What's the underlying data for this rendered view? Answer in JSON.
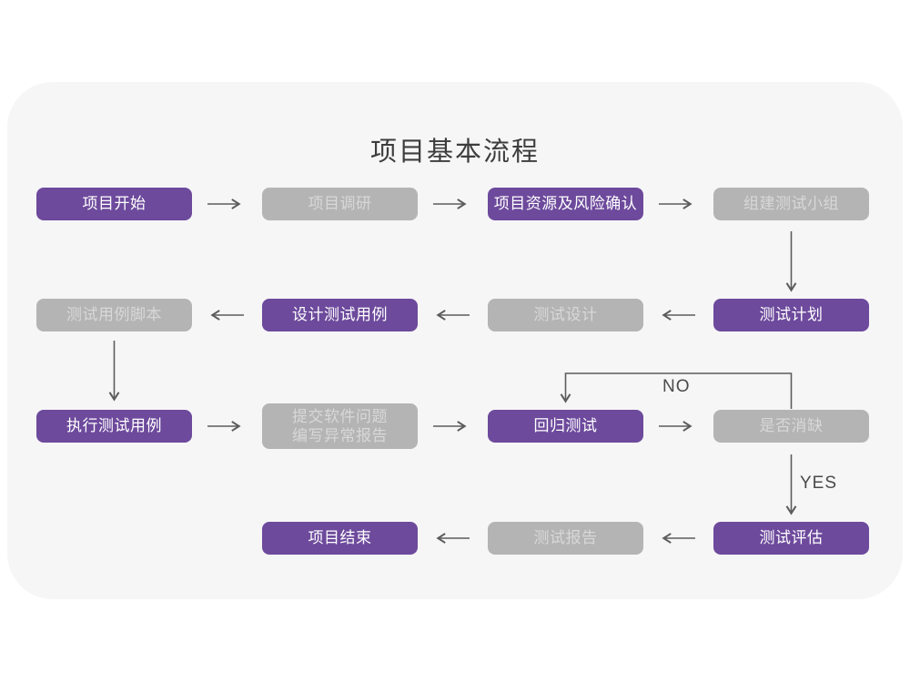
{
  "page": {
    "title": "项目基本流程"
  },
  "flow": {
    "nodes": [
      {
        "id": "project-start",
        "label": "项目开始",
        "variant": "primary"
      },
      {
        "id": "project-research",
        "label": "项目调研",
        "variant": "muted"
      },
      {
        "id": "resources-risk",
        "label": "项目资源及风险确认",
        "variant": "primary"
      },
      {
        "id": "build-test-team",
        "label": "组建测试小组",
        "variant": "muted"
      },
      {
        "id": "test-case-script",
        "label": "测试用例脚本",
        "variant": "muted"
      },
      {
        "id": "design-test-case",
        "label": "设计测试用例",
        "variant": "primary"
      },
      {
        "id": "test-design",
        "label": "测试设计",
        "variant": "muted"
      },
      {
        "id": "test-plan",
        "label": "测试计划",
        "variant": "primary"
      },
      {
        "id": "execute-test-case",
        "label": "执行测试用例",
        "variant": "primary"
      },
      {
        "id": "submit-issue-report",
        "label": "提交软件问题\n编写异常报告",
        "variant": "muted"
      },
      {
        "id": "regression-test",
        "label": "回归测试",
        "variant": "primary"
      },
      {
        "id": "defect-cleared",
        "label": "是否消缺",
        "variant": "muted"
      },
      {
        "id": "project-end",
        "label": "项目结束",
        "variant": "primary"
      },
      {
        "id": "test-report",
        "label": "测试报告",
        "variant": "muted"
      },
      {
        "id": "test-evaluation",
        "label": "测试评估",
        "variant": "primary"
      }
    ],
    "labels": {
      "no": "NO",
      "yes": "YES"
    },
    "colors": {
      "primary": "#6d4a9c",
      "primary_text": "#ffffff",
      "muted": "#b4b4b4",
      "muted_text": "#d8d8d8",
      "card_background": "#f6f6f7",
      "arrow": "#5c5c5c",
      "title_text": "#3d3d3d"
    }
  }
}
